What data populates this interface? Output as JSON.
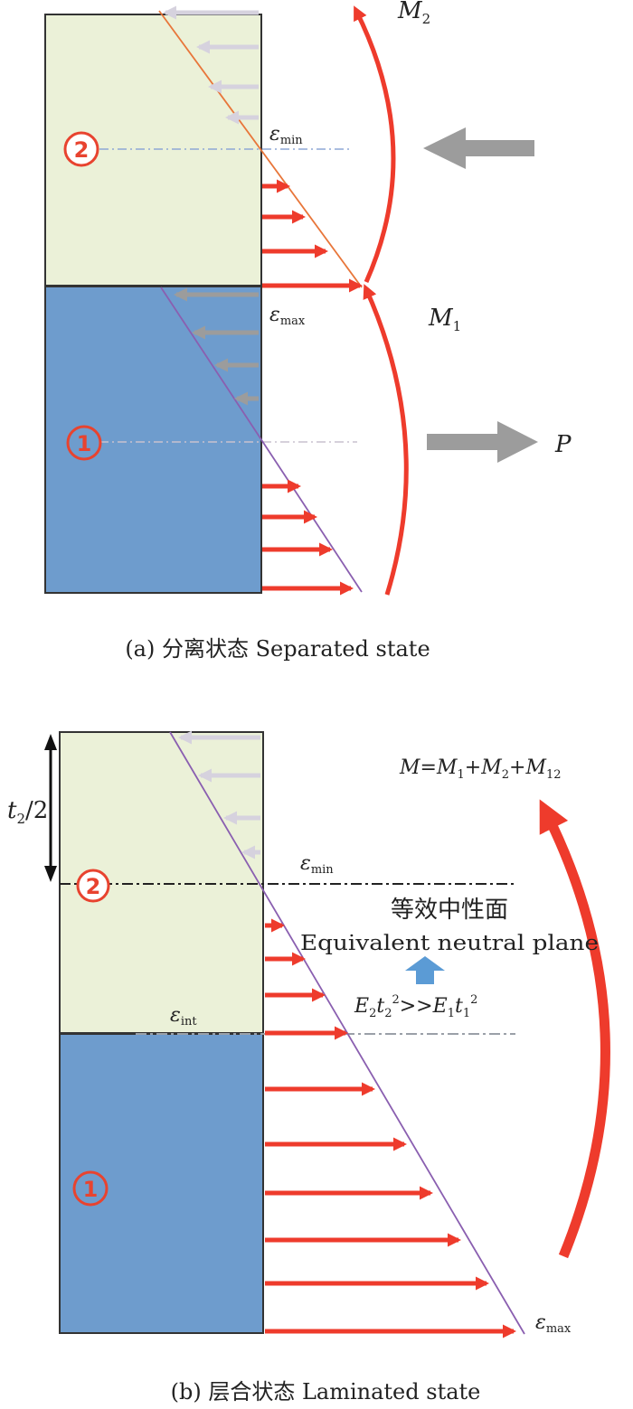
{
  "colors": {
    "layer2_fill": "#ebf1d8",
    "layer1_fill": "#6e9ccd",
    "red_arrow": "#ee3b2c",
    "gray_arrow": "#9c9c9c",
    "light_arrow": "#d6d2de",
    "purple_line": "#8a5fb0",
    "orange_line": "#e8763a",
    "small_blue_arrow": "#5b9bd5"
  },
  "panel_a": {
    "caption": "(a) 分离状态 Separated state",
    "layer_top_label": "2",
    "layer_bottom_label": "1",
    "eps_min": {
      "sym": "ε",
      "sub": "min"
    },
    "eps_max": {
      "sym": "ε",
      "sub": "max"
    },
    "moment_top": {
      "sym": "M",
      "sub": "2"
    },
    "moment_bottom": {
      "sym": "M",
      "sub": "1"
    },
    "force": "P"
  },
  "panel_b": {
    "caption": "(b) 层合状态 Laminated state",
    "layer_top_label": "2",
    "layer_bottom_label": "1",
    "thickness_label": {
      "t": "t",
      "sub": "2",
      "rest": "/2"
    },
    "eps_min": {
      "sym": "ε",
      "sub": "min"
    },
    "eps_int": {
      "sym": "ε",
      "sub": "int"
    },
    "eps_max": {
      "sym": "ε",
      "sub": "max"
    },
    "moment_sum": {
      "lhs": "M",
      "eq": "=",
      "m1": "M",
      "s1": "1",
      "plus1": "+",
      "m2": "M",
      "s2": "2",
      "plus2": "+",
      "m3": "M",
      "s3": "12"
    },
    "neutral_plane_cn": "等效中性面",
    "neutral_plane_en": "Equivalent neutral plane",
    "stiffness": {
      "E2": "E",
      "E2s": "2",
      "t2": "t",
      "t2s": "2",
      "t2p": "2",
      "op": ">>",
      "E1": "E",
      "E1s": "1",
      "t1": "t",
      "t1s": "1",
      "t1p": "2"
    }
  }
}
